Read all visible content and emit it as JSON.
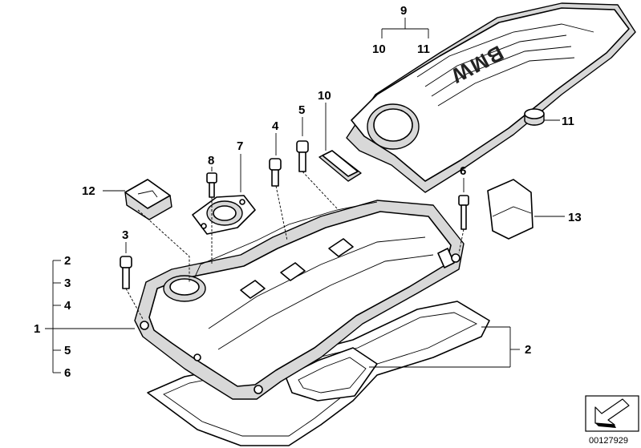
{
  "diagram": {
    "brand_text": "BMW",
    "image_code": "00127929",
    "callouts": {
      "c1": "1",
      "c2_left": "2",
      "c3_left": "3",
      "c4_left": "4",
      "c5_left": "5",
      "c6_left": "6",
      "c2_right": "2",
      "c3": "3",
      "c4": "4",
      "c5": "5",
      "c6": "6",
      "c7": "7",
      "c8": "8",
      "c9": "9",
      "c10_top": "10",
      "c11_top": "11",
      "c10": "10",
      "c11": "11",
      "c12": "12",
      "c13": "13"
    }
  }
}
